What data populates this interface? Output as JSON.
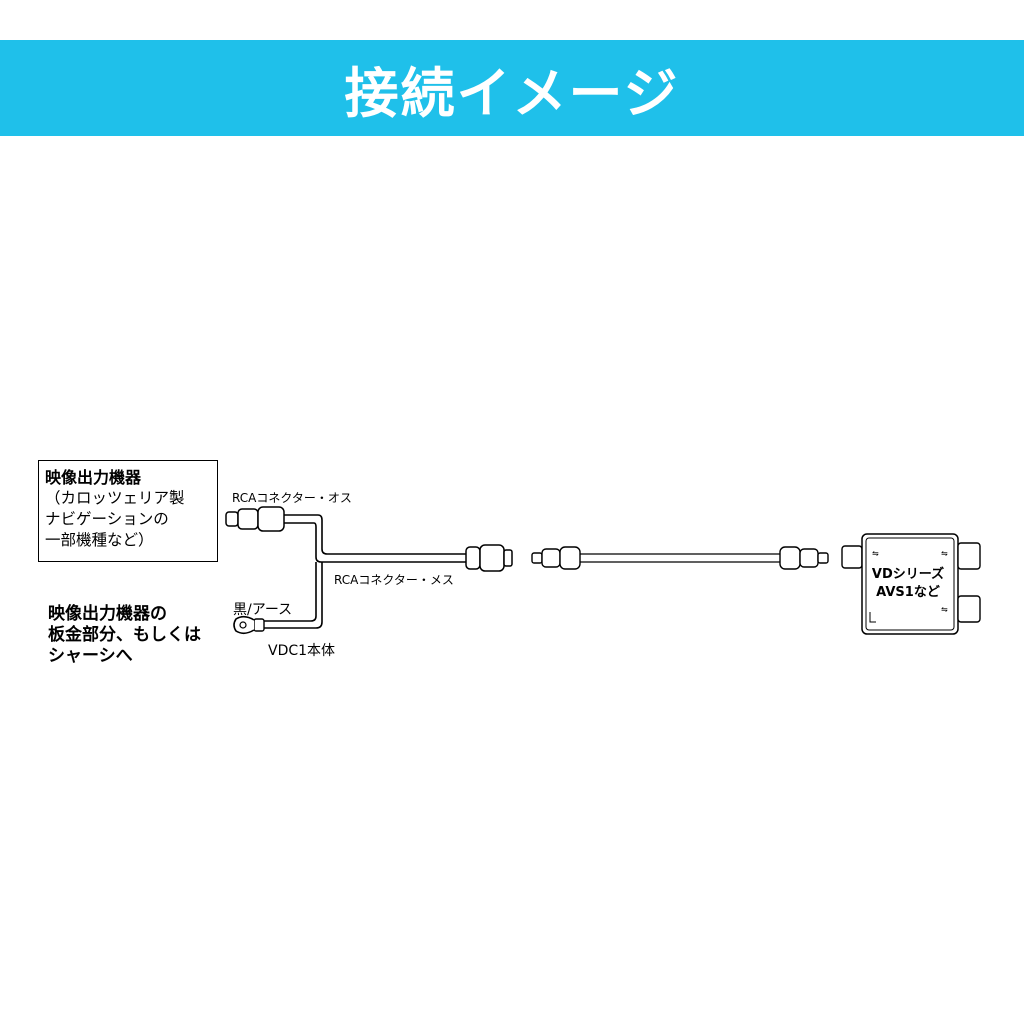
{
  "banner": {
    "title": "接続イメージ",
    "color": "#1fc0ea"
  },
  "source_device": {
    "title": "映像出力機器",
    "lines": [
      "（カロッツェリア製",
      "ナビゲーションの",
      "一部機種など）"
    ]
  },
  "ground_note": {
    "lines": [
      "映像出力機器の",
      "板金部分、もしくは",
      "シャーシへ"
    ]
  },
  "labels": {
    "rca_male": "RCAコネクター・オス",
    "rca_female": "RCAコネクター・メス",
    "ground_wire": "黒/アース",
    "unit_name": "VDC1本体"
  },
  "destination": {
    "lines": [
      "VDシリーズ",
      "AVS1など"
    ]
  }
}
